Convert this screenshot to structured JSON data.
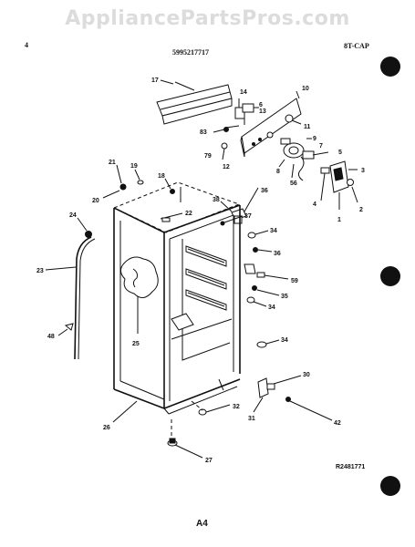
{
  "watermark": "AppliancePartsPros.com",
  "header": {
    "page_num": "4",
    "part_number": "5995217717",
    "model_code": "8T-CAP"
  },
  "footer": {
    "diagram_code": "R2481771",
    "page_label": "A4"
  },
  "callouts": [
    {
      "label": "17"
    },
    {
      "label": "14"
    },
    {
      "label": "13"
    },
    {
      "label": "6"
    },
    {
      "label": "10"
    },
    {
      "label": "11"
    },
    {
      "label": "83"
    },
    {
      "label": "79"
    },
    {
      "label": "12"
    },
    {
      "label": "9"
    },
    {
      "label": "7"
    },
    {
      "label": "8"
    },
    {
      "label": "5"
    },
    {
      "label": "56"
    },
    {
      "label": "3"
    },
    {
      "label": "4"
    },
    {
      "label": "1"
    },
    {
      "label": "2"
    },
    {
      "label": "21"
    },
    {
      "label": "19"
    },
    {
      "label": "18"
    },
    {
      "label": "20"
    },
    {
      "label": "38"
    },
    {
      "label": "36"
    },
    {
      "label": "22"
    },
    {
      "label": "24"
    },
    {
      "label": "37"
    },
    {
      "label": "34"
    },
    {
      "label": "36"
    },
    {
      "label": "23"
    },
    {
      "label": "59"
    },
    {
      "label": "35"
    },
    {
      "label": "34"
    },
    {
      "label": "25"
    },
    {
      "label": "48"
    },
    {
      "label": "34"
    },
    {
      "label": "30"
    },
    {
      "label": "32"
    },
    {
      "label": "31"
    },
    {
      "label": "42"
    },
    {
      "label": "26"
    },
    {
      "label": "27"
    }
  ]
}
